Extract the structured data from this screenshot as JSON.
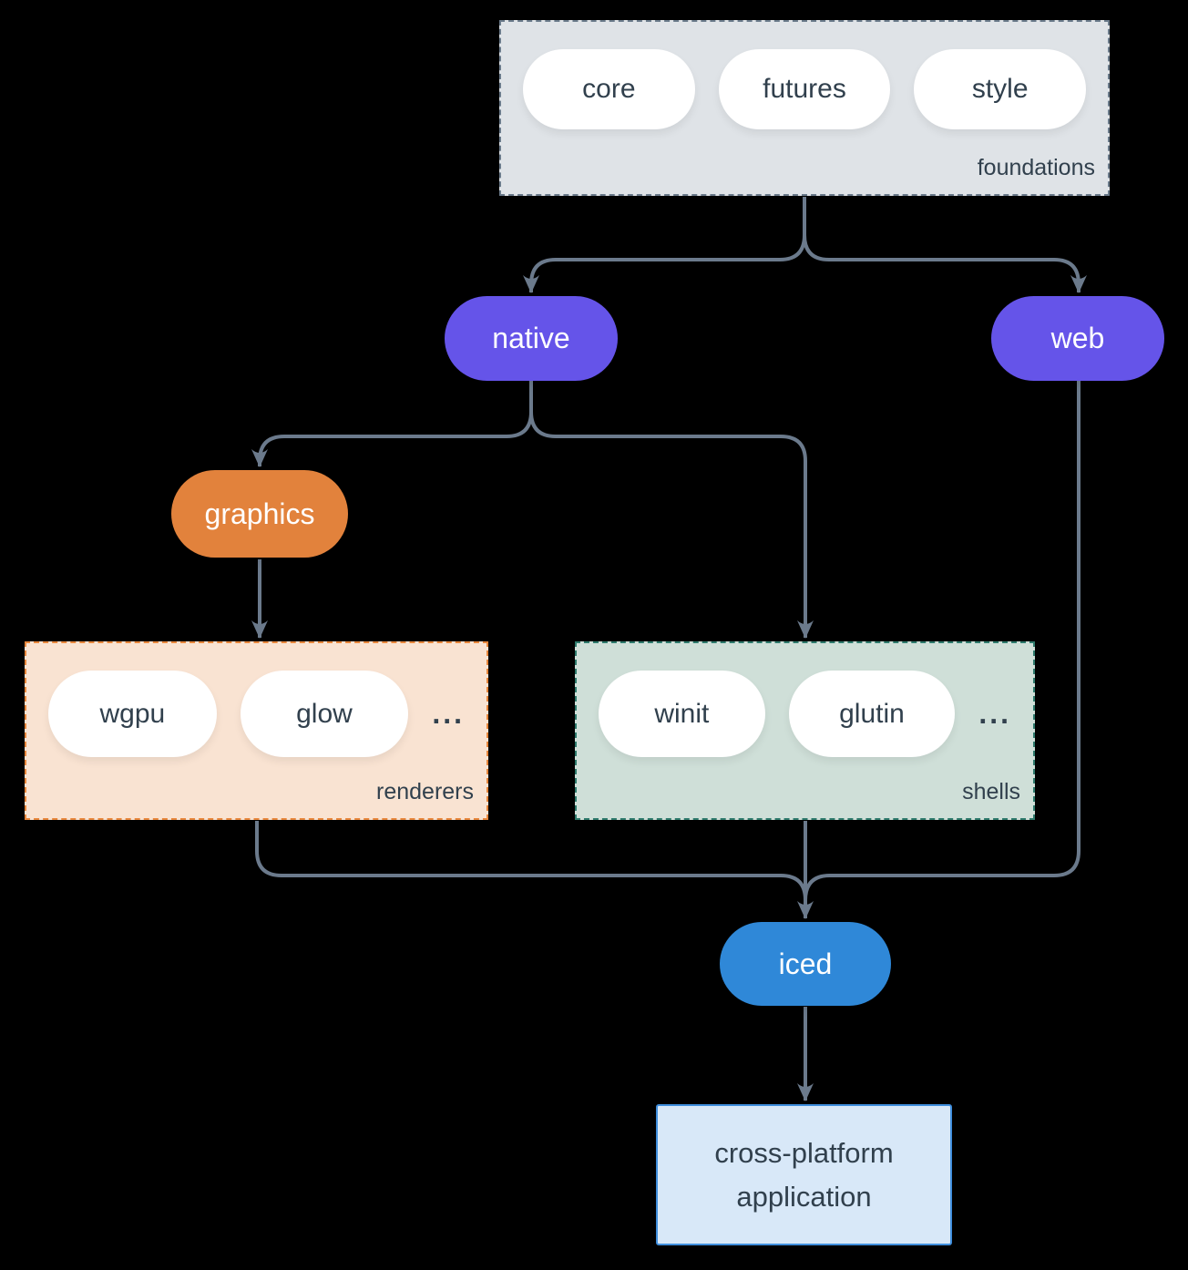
{
  "foundations": {
    "pills": [
      "core",
      "futures",
      "style"
    ],
    "label": "foundations"
  },
  "native": {
    "label": "native"
  },
  "web": {
    "label": "web"
  },
  "graphics": {
    "label": "graphics"
  },
  "renderers": {
    "pills": [
      "wgpu",
      "glow"
    ],
    "ellipsis": "...",
    "label": "renderers"
  },
  "shells": {
    "pills": [
      "winit",
      "glutin"
    ],
    "ellipsis": "...",
    "label": "shells"
  },
  "iced": {
    "label": "iced"
  },
  "app": {
    "line1": "cross-platform",
    "line2": "application"
  },
  "colors": {
    "background": "#000000",
    "edge": "#6b7a8c",
    "foundations_bg": "#dfe3e7",
    "foundations_border": "#6a7a8a",
    "pill_bg": "#ffffff",
    "pill_text": "#31404d",
    "label_text": "#31404d",
    "purple": "#6554e9",
    "orange": "#e2823c",
    "renderers_bg": "#f9e3d2",
    "renderers_border": "#e8873c",
    "shells_bg": "#cfdfd8",
    "shells_border": "#2e7a6c",
    "blue": "#2f88d8",
    "app_bg": "#d8e8f8",
    "app_border": "#3f8edd"
  }
}
